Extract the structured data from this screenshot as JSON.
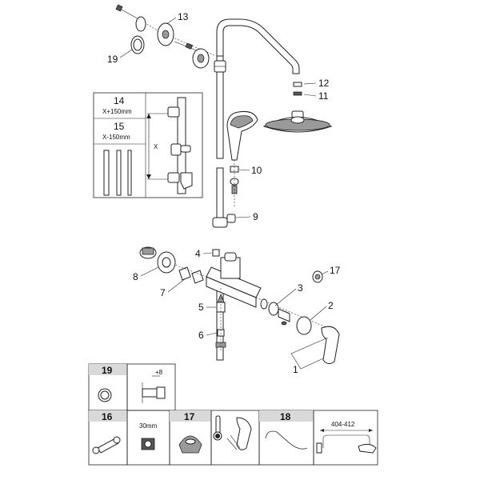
{
  "callouts": {
    "c1": "1",
    "c2": "2",
    "c3": "3",
    "c4": "4",
    "c5": "5",
    "c6": "6",
    "c7": "7",
    "c8": "8",
    "c9": "9",
    "c10": "10",
    "c11": "11",
    "c12": "12",
    "c13": "13",
    "c17": "17",
    "c19": "19"
  },
  "inset": {
    "n14": "14",
    "s14": "X+150mm",
    "n15": "15",
    "s15": "X-150mm",
    "x": "X"
  },
  "bottom_table": {
    "c19": "19",
    "plus8": "+8",
    "c16": "16",
    "m30": "30mm",
    "c17": "17",
    "c18": "18",
    "dim": "404-412"
  }
}
